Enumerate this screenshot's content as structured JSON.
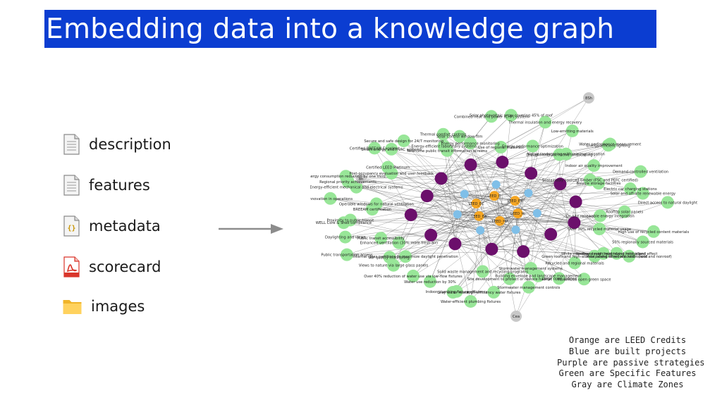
{
  "title": "Embedding data into a knowledge graph",
  "files": [
    {
      "label": "description",
      "icon": "text-document-icon"
    },
    {
      "label": "features",
      "icon": "text-document-icon"
    },
    {
      "label": "metadata",
      "icon": "json-file-icon"
    },
    {
      "label": "scorecard",
      "icon": "pdf-file-icon"
    },
    {
      "label": "images",
      "icon": "folder-icon"
    }
  ],
  "colors": {
    "title_bg": "#0b3dd1",
    "orange": "#f5a623",
    "blue": "#7fbfe8",
    "purple": "#6b0f6b",
    "green": "#98e698",
    "gray": "#c8c8c8",
    "edge": "#555555"
  },
  "legend": [
    "Orange are LEED Credits",
    "Blue are built projects",
    "Purple are passive strategies",
    "Green are Specific Features",
    "Gray are Climate Zones"
  ],
  "graph": {
    "gray_nodes": [
      "8Sh",
      "Cea",
      "8h"
    ],
    "orange_nodes": [
      "LEED_Hi",
      "LEED_HP",
      "LEED_EA",
      "LEED_EC",
      "LEED_D",
      "LEED_ER"
    ],
    "green_labels": [
      "Rooftop solar panels",
      "On-site renewable energy integration",
      "Over 30% recycled material usage",
      "High use of recycled content materials",
      "50% regionally sourced materials",
      "White membrane roof (heat island mitigation)",
      "Heat island effect reduction (roof and nonroof)",
      "Rooftop design minimizing heat island effect",
      "Green roofs and high-albedo paving to reduce heat island",
      "Maximized open green space",
      "Large open spaces",
      "Recycled and regional materials",
      "Building envelope and landscape management",
      "Stormwater management systems",
      "Stormwater management controls",
      "Site development to protect or restore habitat",
      "High-efficiency water fixtures",
      "Solid waste management and recycling programs",
      "Water-efficient plumbing fixtures",
      "Gray water reuse",
      "Indoor plumbing fixture efficiency",
      "Water use reduction by 30%",
      "Over 40% reduction of water use via low-flow fixtures",
      "Air quality monitoring",
      "Views to nature via large glass panels",
      "Internal glass partitions to maximize daylight penetration",
      "Enhanced ventilation (30% more fresh air)",
      "Public transportation access",
      "Daylighting and views",
      "Public transit accessibility",
      "WELL Core & Shell compliance",
      "Proximity to public transit",
      "BREEAM certification",
      "Operable windows for natural ventilation",
      "Innovation in operations",
      "Energy-efficient mechanical and electrical systems",
      "Regional priority achievements",
      "Energy consumption reduction by one third",
      "Post-occupancy evaluation and user feedback",
      "Certified LEED Platinum",
      "Certified BREEAM Excellent",
      "Smart energy and HVAC systems",
      "Secure and safe design for 24/7 monitoring",
      "Thermal comfort controls",
      "Real-time public transit information screens",
      "Energy-efficient laboratory systems",
      "Solar control window film",
      "Energy performance monitoring",
      "Combined heat and power (CHP) system",
      "Use of regional materials",
      "Solar photovoltaic array covering 45% of roof",
      "Energy performance optimization",
      "Thermal insulation and energy recovery",
      "Low-emitting materials",
      "Drought-tolerant native landscaping",
      "Native landscaping with minimal irrigation",
      "Energy-efficient lighting",
      "Water performance measurement",
      "Indoor air quality improvement",
      "Demand-controlled ventilation",
      "Sustainably sourced timber (FSC and PEFC certified)",
      "Bicycle storage facilities",
      "Electric car charging stations",
      "Solar and off-site renewable energy",
      "Direct access to natural daylight"
    ]
  }
}
